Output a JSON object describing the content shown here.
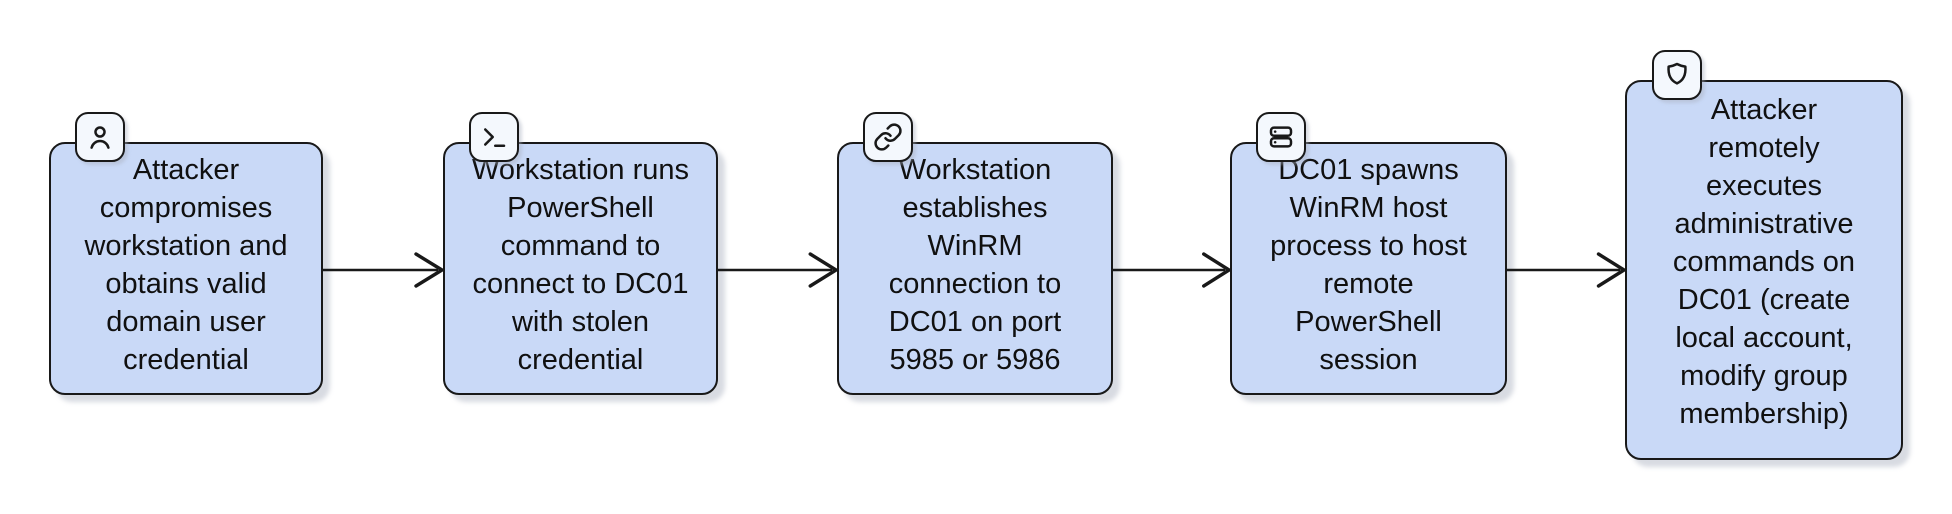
{
  "diagram": {
    "type": "flowchart",
    "direction": "left-to-right",
    "colors": {
      "canvas_bg": "#ffffff",
      "node_fill": "#c9d9f7",
      "node_border": "#191919",
      "badge_fill": "#f4f8fd",
      "arrow_color": "#191919",
      "text_color": "#101010",
      "shadow_color": "rgba(168,176,190,0.45)"
    },
    "nodes": [
      {
        "id": "step-1",
        "icon": "user-icon",
        "label": "Attacker\ncompromises\nworkstation and\nobtains valid\ndomain user\ncredential"
      },
      {
        "id": "step-2",
        "icon": "terminal-icon",
        "label": "Workstation runs\nPowerShell\ncommand to\nconnect to DC01\nwith stolen\ncredential"
      },
      {
        "id": "step-3",
        "icon": "link-icon",
        "label": "Workstation\nestablishes\nWinRM\nconnection to\nDC01 on port\n5985 or 5986"
      },
      {
        "id": "step-4",
        "icon": "server-icon",
        "label": "DC01 spawns\nWinRM host\nprocess to host\nremote\nPowerShell\nsession"
      },
      {
        "id": "step-5",
        "icon": "shield-icon",
        "label": "Attacker\nremotely\nexecutes\nadministrative\ncommands on\nDC01 (create\nlocal account,\nmodify group\nmembership)"
      }
    ],
    "edges": [
      {
        "from": "step-1",
        "to": "step-2"
      },
      {
        "from": "step-2",
        "to": "step-3"
      },
      {
        "from": "step-3",
        "to": "step-4"
      },
      {
        "from": "step-4",
        "to": "step-5"
      }
    ]
  }
}
